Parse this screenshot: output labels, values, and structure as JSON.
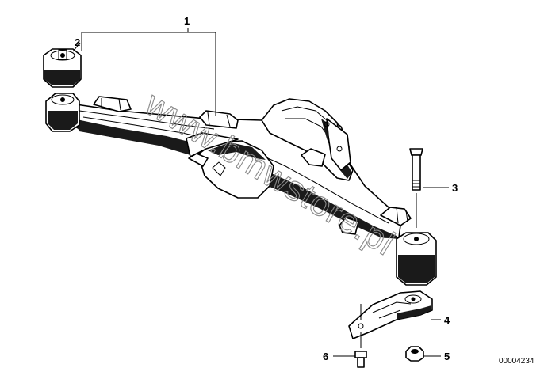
{
  "callouts": [
    {
      "id": "1",
      "label": "1"
    },
    {
      "id": "2",
      "label": "2"
    },
    {
      "id": "3",
      "label": "3"
    },
    {
      "id": "4",
      "label": "4"
    },
    {
      "id": "5",
      "label": "5"
    },
    {
      "id": "6",
      "label": "6"
    }
  ],
  "diagram_code": "00004234",
  "watermark": "www.bmwstore.pl",
  "colors": {
    "ink": "#000000",
    "paper": "#ffffff",
    "shade": "#1a1a1a",
    "watermark": "#8a8a8a"
  }
}
